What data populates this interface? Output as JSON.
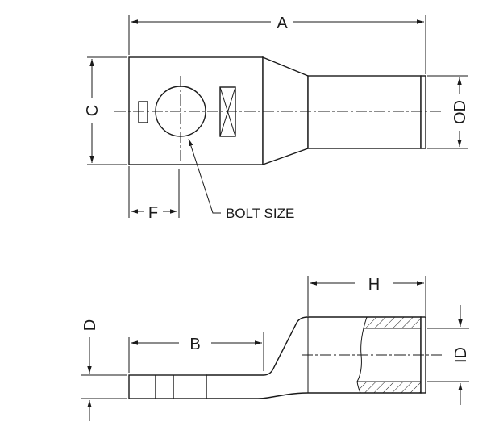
{
  "labels": {
    "A": "A",
    "C": "C",
    "OD": "OD",
    "F": "F",
    "bolt_size": "BOLT SIZE",
    "H": "H",
    "D": "D",
    "B": "B",
    "ID": "ID"
  }
}
